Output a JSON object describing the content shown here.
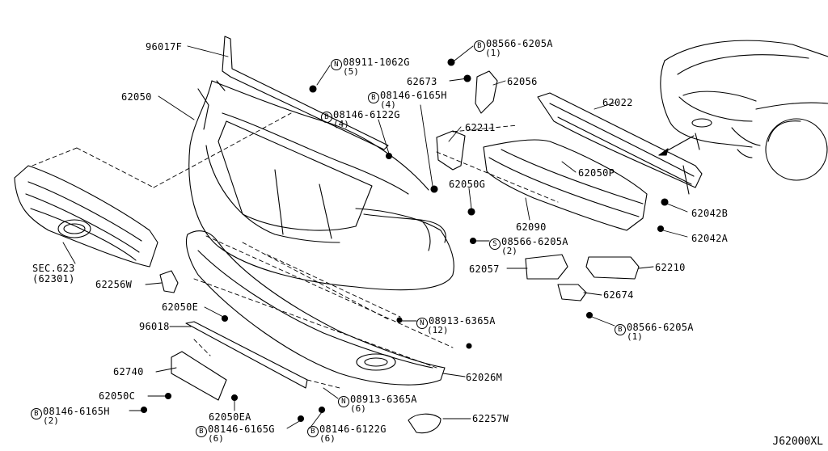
{
  "diagram": {
    "code": "J62000XL",
    "parts": {
      "p96017F": "96017F",
      "p62050": "62050",
      "p62673": "62673",
      "p62056": "62056",
      "p62022": "62022",
      "p62211": "62211",
      "p62050G": "62050G",
      "p62050P": "62050P",
      "p62090": "62090",
      "p62042B": "62042B",
      "p62042A": "62042A",
      "p62057": "62057",
      "p62210": "62210",
      "p62674": "62674",
      "sec623": "SEC.623",
      "sec623sub": "(62301)",
      "p62256W": "62256W",
      "p62050E": "62050E",
      "p96018": "96018",
      "p62740": "62740",
      "p62050C": "62050C",
      "p62050EA": "62050EA",
      "p62026M": "62026M",
      "p62257W": "62257W"
    },
    "fasteners": {
      "f1": {
        "prefix": "N",
        "code": "08911-1062G",
        "qty": "(5)"
      },
      "f2": {
        "prefix": "B",
        "code": "08566-6205A",
        "qty": "(1)"
      },
      "f3": {
        "prefix": "B",
        "code": "08146-6165H",
        "qty": "(4)"
      },
      "f4": {
        "prefix": "B",
        "code": "08146-6122G",
        "qty": "(4)"
      },
      "f5": {
        "prefix": "S",
        "code": "08566-6205A",
        "qty": "(2)"
      },
      "f6": {
        "prefix": "B",
        "code": "08566-6205A",
        "qty": "(1)"
      },
      "f7": {
        "prefix": "N",
        "code": "08913-6365A",
        "qty": "(12)"
      },
      "f8": {
        "prefix": "N",
        "code": "08913-6365A",
        "qty": "(6)"
      },
      "f9": {
        "prefix": "B",
        "code": "08146-6165H",
        "qty": "(2)"
      },
      "f10": {
        "prefix": "B",
        "code": "08146-6165G",
        "qty": "(6)"
      },
      "f11": {
        "prefix": "B",
        "code": "08146-6122G",
        "qty": "(6)"
      }
    }
  }
}
